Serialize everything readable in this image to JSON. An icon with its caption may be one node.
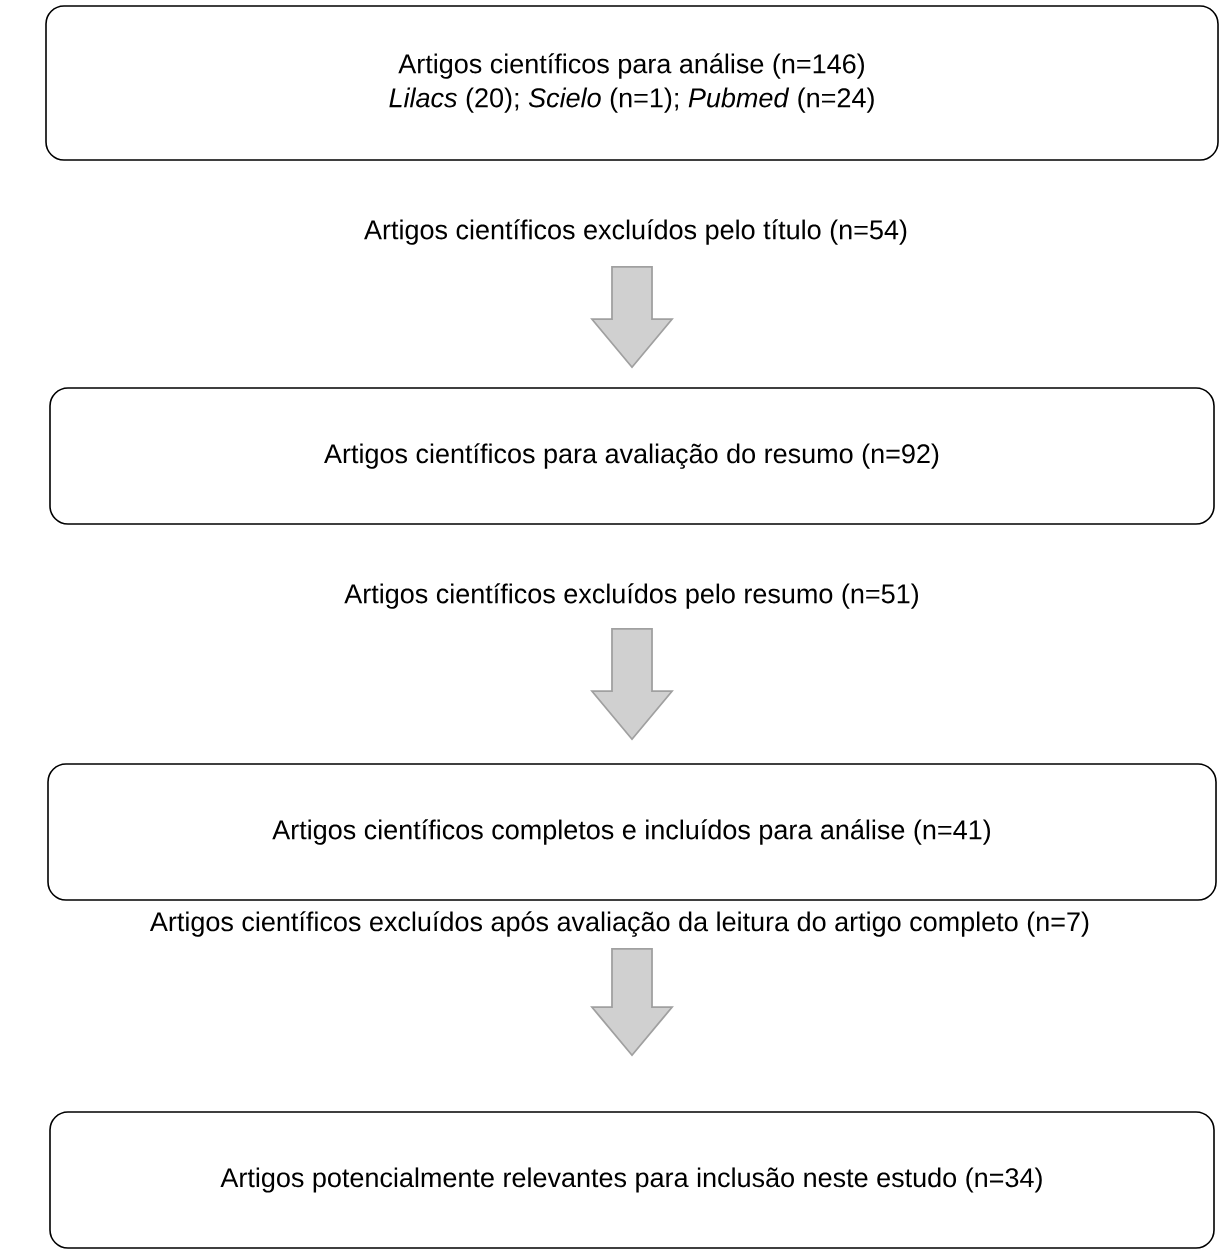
{
  "diagram": {
    "nodes": [
      {
        "text": [
          "Artigos científicos para análise (n=146)",
          "*Lilacs* (20); *Scielo* (n=1); *Pubmed* (n=24)"
        ]
      },
      {
        "text": [
          "Artigos científicos para avaliação do resumo (n=92)"
        ]
      },
      {
        "text": [
          "Artigos científicos completos e incluídos para análise (n=41)"
        ]
      },
      {
        "text": [
          "Artigos potencialmente relevantes para inclusão neste estudo (n=34)"
        ]
      }
    ],
    "edges": [
      {
        "from": 0,
        "to": 1,
        "arrow": "to",
        "label": "Artigos científicos excluídos pelo título (n=54)"
      },
      {
        "from": 1,
        "to": 2,
        "arrow": "to",
        "label": "Artigos científicos excluídos pelo resumo (n=51)"
      },
      {
        "from": 2,
        "to": 3,
        "arrow": "to",
        "label": "Artigos científicos excluídos após avaliação da leitura do artigo completo (n=7)"
      }
    ]
  }
}
